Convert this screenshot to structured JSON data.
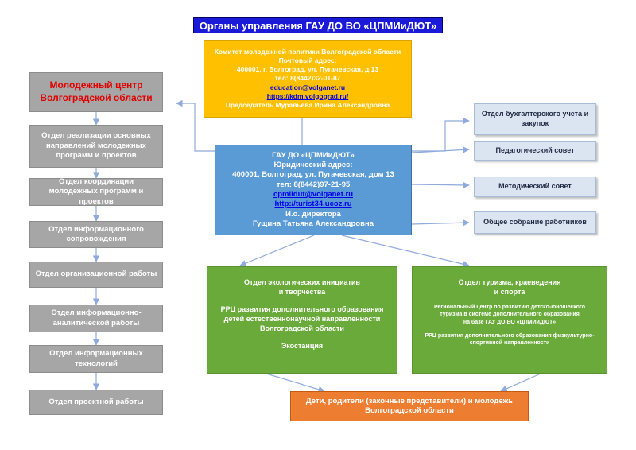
{
  "title": "Органы управления ГАУ ДО ВО «ЦПМИиДЮТ»",
  "committee": {
    "lines": [
      "Комитет молодежной политики Волгоградской области",
      "Почтовый адрес:",
      "400001, г. Волгоград, ул. Пугачевская, д.13",
      "тел: 8(8442)32-01-87"
    ],
    "email": "education@volganet.ru",
    "url": "https://kdm.volgograd.ru/",
    "chair": "Председатель Муравьева Ирина Александровна"
  },
  "main_org": {
    "lines": [
      "ГАУ ДО «ЦПМИиДЮТ»",
      "Юридический адрес:",
      "400001, Волгоград, ул. Пугачевская, дом 13",
      "тел: 8(8442)97-21-95"
    ],
    "email": "cpmiidut@volganet.ru",
    "url": "http://turist34.ucoz.ru",
    "director_title": "И.о. директора",
    "director_name": "Гущина Татьяна Александровна"
  },
  "youth_center": {
    "line1": "Молодежный центр",
    "line2": "Волгоградской области"
  },
  "left_departments": [
    "Отдел реализации основных направлений молодежных программ и проектов",
    "Отдел координации молодежных программ и проектов",
    "Отдел информационного сопровождения",
    "Отдел организационной работы",
    "Отдел информационно-аналитической работы",
    "Отдел информационных технологий",
    "Отдел проектной работы"
  ],
  "right_units": [
    "Отдел бухгалтерского учета и закупок",
    "Педагогический совет",
    "Методический совет",
    "Общее собрание работников"
  ],
  "eco_dept": {
    "title_line1": "Отдел экологических инициатив",
    "title_line2": "и творчества",
    "rrc_line1": "РРЦ развития дополнительного образования",
    "rrc_line2": "детей естественнонаучной направленности",
    "rrc_line3": "Волгоградской области",
    "station": "Экостанция"
  },
  "tourism_dept": {
    "title_line1": "Отдел туризма, краеведения",
    "title_line2": "и спорта",
    "rc_line1": "Региональный центр по развитию детско-юношеского",
    "rc_line2": "туризма в системе дополнительного образования",
    "rc_line3": "на базе ГАУ ДО ВО «ЦПМИиДЮТ»",
    "rrc_line1": "РРЦ развития дополнительного образования физкультурно-",
    "rrc_line2": "спортивной направленности"
  },
  "audience": {
    "line1": "Дети, родители (законные представители) и молодежь",
    "line2": "Волгоградской области"
  },
  "colors": {
    "title_bg": "#1a1ad8",
    "committee_bg": "#ffc000",
    "main_org_bg": "#5b9bd5",
    "youth_center_bg": "#a6a6a6",
    "youth_center_text": "#e00000",
    "department_bg": "#a6a6a6",
    "right_unit_bg": "#dbe5f1",
    "green_bg": "#6aaa3a",
    "audience_bg": "#ed7d31",
    "connector": "#8faadc"
  }
}
